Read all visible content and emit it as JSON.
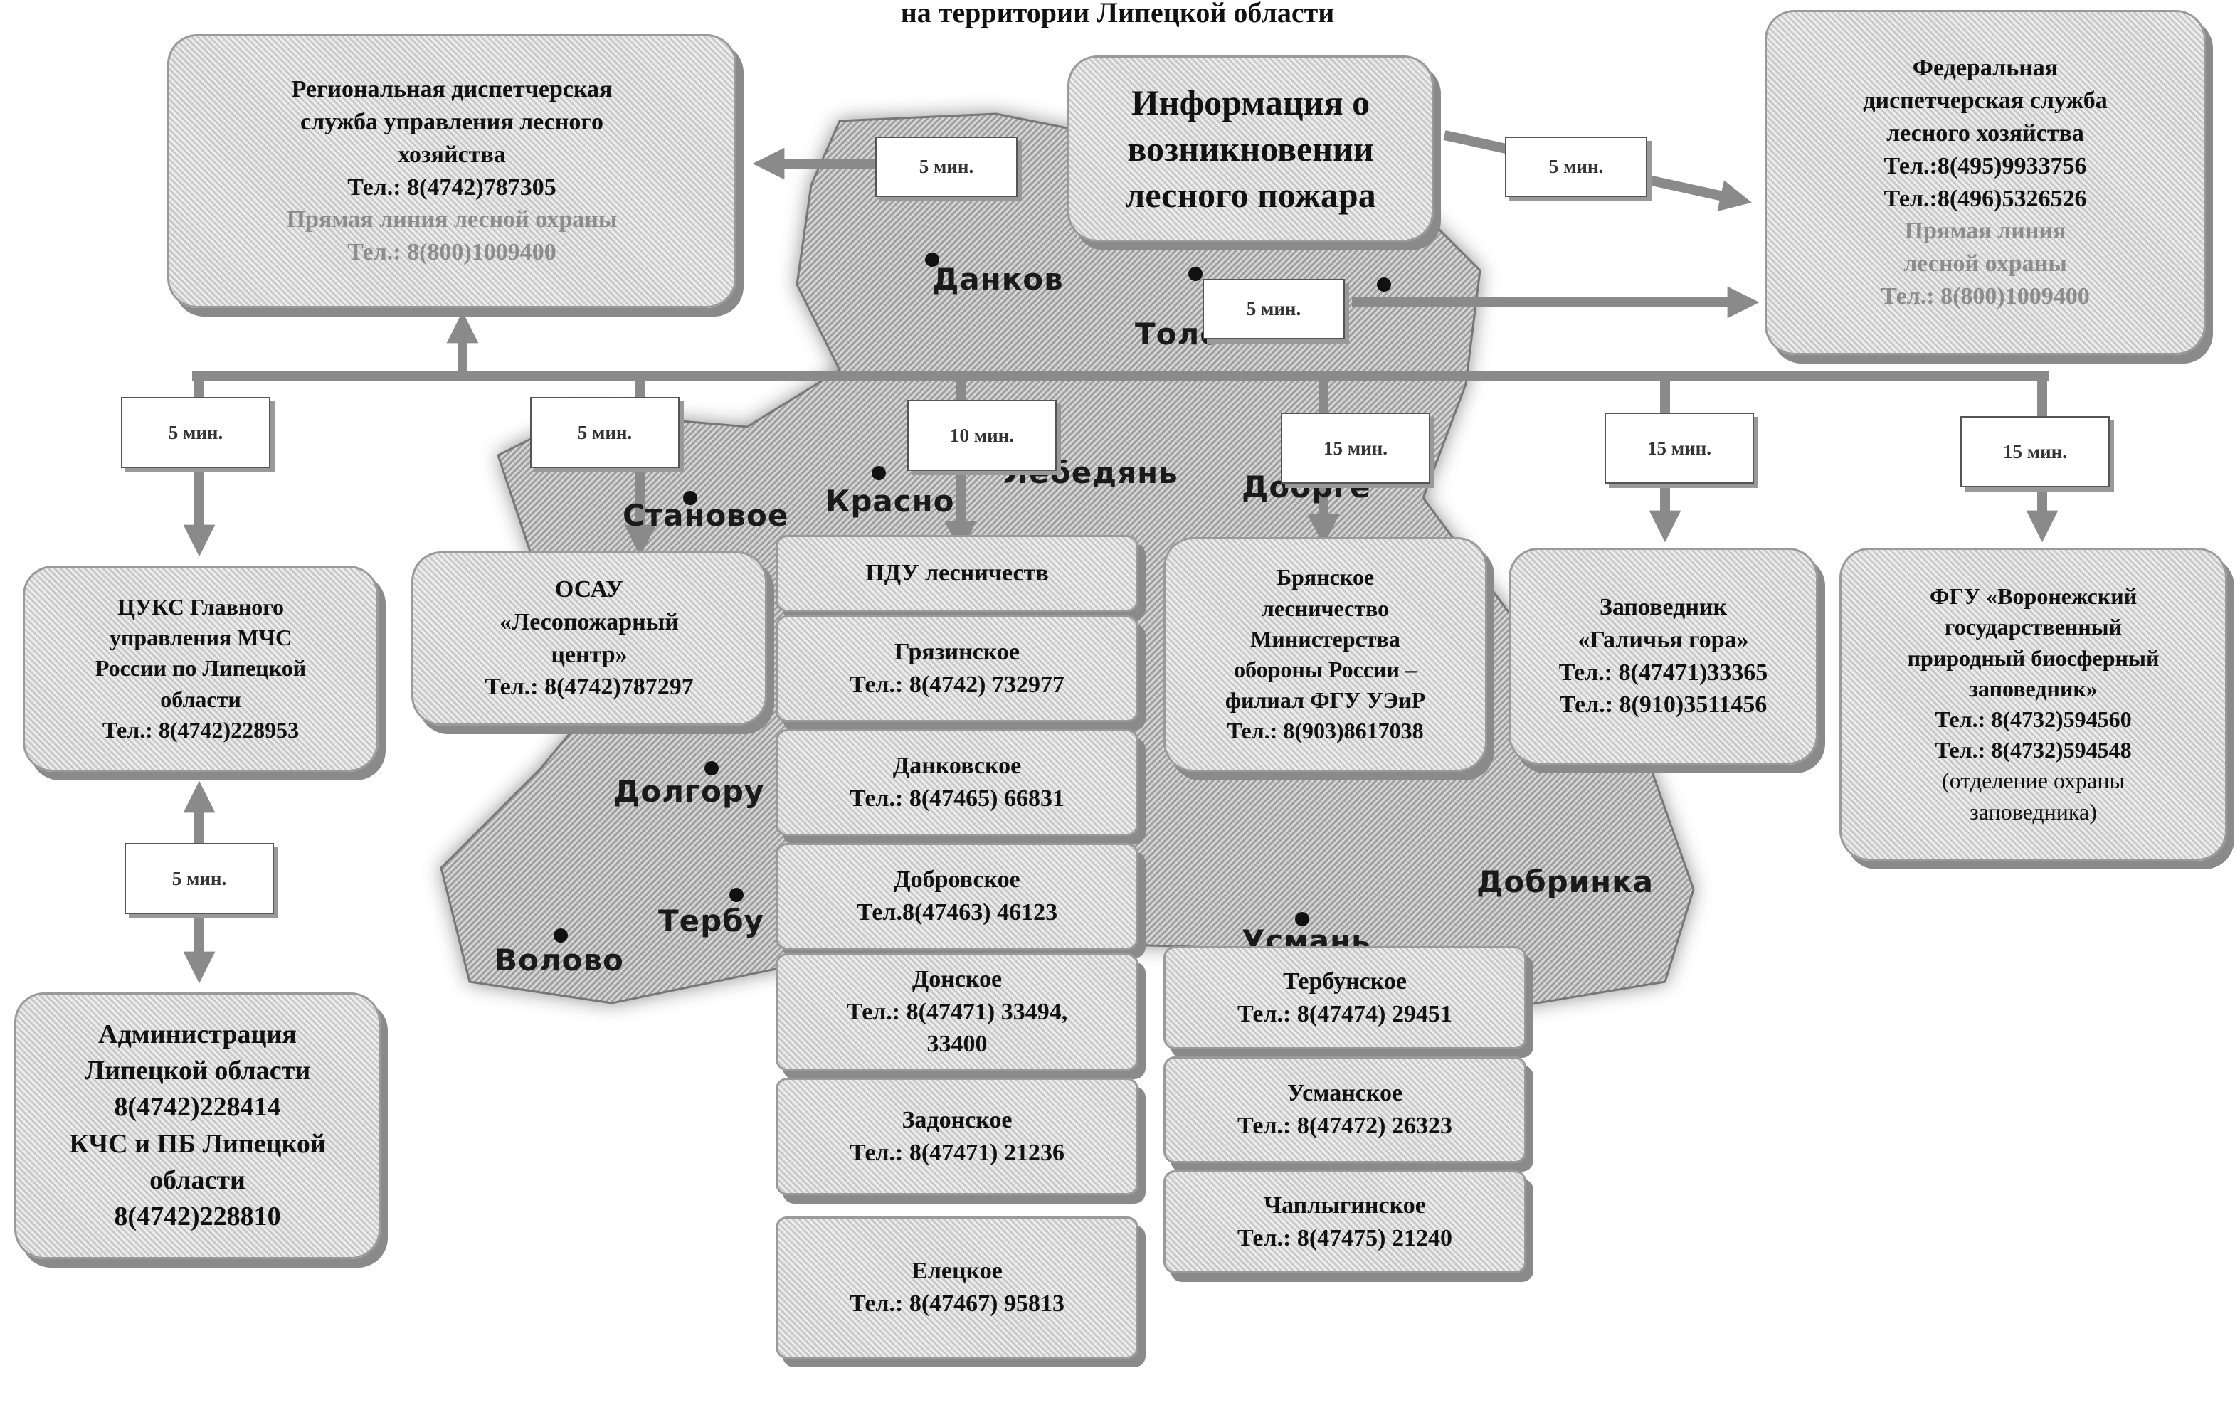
{
  "title": "на территории Липецкой области",
  "center": {
    "lines": [
      "Информация о",
      "возникновении",
      "лесного пожара"
    ]
  },
  "regional": {
    "lines": [
      "Региональная диспетчерская",
      "служба  управления лесного",
      "хозяйства",
      "Тел.: 8(4742)787305"
    ],
    "hotline": [
      "Прямая линия лесной охраны",
      "Тел.: 8(800)1009400"
    ]
  },
  "federal": {
    "lines": [
      "Федеральная",
      "диспетчерская служба",
      "лесного хозяйства",
      "Тел.:8(495)9933756",
      "Тел.:8(496)5326526"
    ],
    "hotline": [
      "Прямая линия",
      "лесной охраны",
      "Тел.: 8(800)1009400"
    ]
  },
  "tuks": {
    "lines": [
      "ЦУКС  Главного",
      "управления МЧС",
      "России  по Липецкой",
      "области",
      "Тел.: 8(4742)228953"
    ]
  },
  "admin": {
    "lines": [
      "Администрация",
      "Липецкой области",
      "8(4742)228414",
      "КЧС и ПБ Липецкой",
      "области",
      "8(4742)228810"
    ]
  },
  "osau": {
    "lines": [
      "ОСАУ",
      "«Лесопожарный",
      "центр»",
      "Тел.: 8(4742)787297"
    ]
  },
  "pdu": {
    "label": "ПДУ лесничеств"
  },
  "bryansk": {
    "lines": [
      "Брянское",
      "лесничество",
      "Министерства",
      "обороны России –",
      "филиал ФГУ УЭиР",
      "Тел.: 8(903)8617038"
    ]
  },
  "galichya": {
    "lines": [
      "Заповедник",
      "«Галичья гора»",
      "Тел.: 8(47471)33365",
      "Тел.: 8(910)3511456"
    ]
  },
  "voronezh": {
    "lines": [
      "ФГУ «Воронежский",
      "государственный",
      "природный биосферный",
      "заповедник»",
      "Тел.: 8(4732)594560",
      "Тел.: 8(4732)594548"
    ],
    "note": [
      "(отделение охраны",
      "заповедника)"
    ]
  },
  "forestries_left": [
    {
      "name": "Грязинское",
      "phone": "Тел.: 8(4742) 732977"
    },
    {
      "name": "Данковское",
      "phone": "Тел.: 8(47465) 66831"
    },
    {
      "name": "Добровское",
      "phone": "Тел.8(47463) 46123"
    },
    {
      "name": "Донское",
      "phone": "Тел.: 8(47471) 33494,",
      "phone2": "33400"
    },
    {
      "name": "Задонское",
      "phone": "Тел.: 8(47471) 21236"
    },
    {
      "name": "Елецкое",
      "phone": "Тел.: 8(47467) 95813"
    }
  ],
  "forestries_right": [
    {
      "name": "Тербунское",
      "phone": "Тел.: 8(47474) 29451"
    },
    {
      "name": "Усманское",
      "phone": "Тел.: 8(47472) 26323"
    },
    {
      "name": "Чаплыгинское",
      "phone": "Тел.: 8(47475) 21240"
    }
  ],
  "times": {
    "regional": "5 мин.",
    "federal": "5 мин.",
    "federal2": "5 мин.",
    "tuks": "5 мин.",
    "osau": "5 мин.",
    "pdu": "10 мин.",
    "bryansk": "15 мин.",
    "galichya": "15 мин.",
    "voronezh": "15 мин.",
    "admin": "5 мин."
  },
  "cities": [
    "Данков",
    "Толс",
    "Лебедянь",
    "Доорге",
    "Становое",
    "Красно",
    "Долгору",
    "Волово",
    "Тербу",
    "Добринка",
    "Усмань"
  ],
  "colors": {
    "map": "#bdbdbd",
    "arrow": "#8a8a8a",
    "box": "#d9d9d9"
  }
}
